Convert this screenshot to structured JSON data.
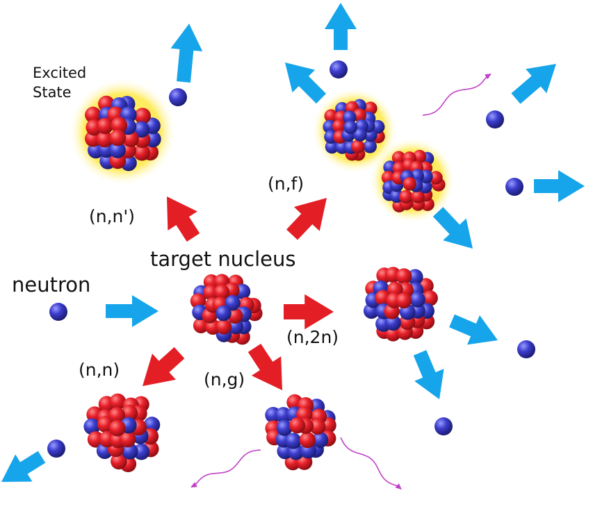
{
  "labels": {
    "excited_state": [
      "Excited",
      "State"
    ],
    "target_nucleus": "target nucleus",
    "neutron": "neutron",
    "reaction_inelastic": "(n,n')",
    "reaction_fission": "(n,f)",
    "reaction_n2n": "(n,2n)",
    "reaction_elastic": "(n,n)",
    "reaction_capture": "(n,g)"
  },
  "colors": {
    "proton": "#e8202a",
    "neutron": "#3b3dcc",
    "blue_arrow": "#16a5ea",
    "red_arrow": "#e41e25",
    "gamma": "#c040c8",
    "glow": "#ffe94a"
  }
}
